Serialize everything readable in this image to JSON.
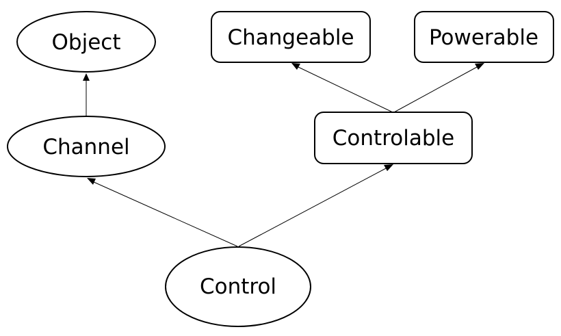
{
  "nodes": {
    "object": {
      "label": "Object",
      "shape": "ellipse"
    },
    "channel": {
      "label": "Channel",
      "shape": "ellipse"
    },
    "control": {
      "label": "Control",
      "shape": "ellipse"
    },
    "changeable": {
      "label": "Changeable",
      "shape": "rounded-rect"
    },
    "powerable": {
      "label": "Powerable",
      "shape": "rounded-rect"
    },
    "controlable": {
      "label": "Controlable",
      "shape": "rounded-rect"
    }
  },
  "edges": [
    {
      "from": "channel",
      "to": "object",
      "arrow": "filled-triangle"
    },
    {
      "from": "control",
      "to": "channel",
      "arrow": "filled-triangle"
    },
    {
      "from": "control",
      "to": "controlable",
      "arrow": "filled-triangle"
    },
    {
      "from": "controlable",
      "to": "changeable",
      "arrow": "filled-triangle"
    },
    {
      "from": "controlable",
      "to": "powerable",
      "arrow": "filled-triangle"
    }
  ],
  "colors": {
    "stroke": "#000000",
    "fill": "#ffffff",
    "text": "#000000"
  }
}
